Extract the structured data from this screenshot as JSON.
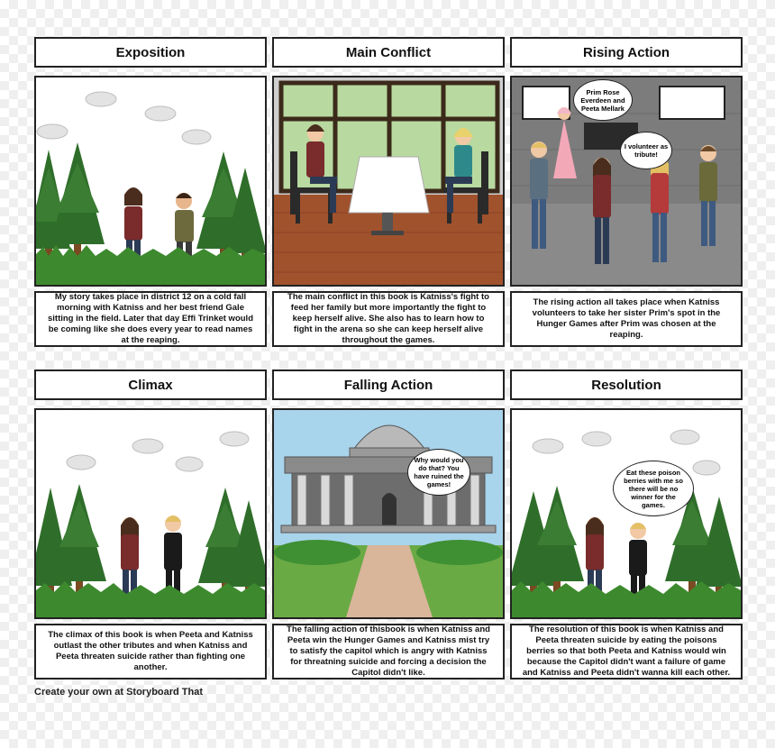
{
  "panels": [
    {
      "title": "Exposition",
      "caption": "My story takes place in district 12 on a cold fall morning with Katniss and her best friend Gale sitting in the field. Later that day Effi Trinket would be coming like she does every year to read names at the reaping."
    },
    {
      "title": "Main Conflict",
      "caption": "The main conflict in this book is Katniss's fight to feed her family but more importantly the fight to keep herself alive. She also has to learn how to fight in the arena so she can keep herself alive throughout the games."
    },
    {
      "title": "Rising Action",
      "caption": "The rising action all takes place when Katniss volunteers to take her sister Prim's spot in the Hunger Games after Prim was chosen at the reaping.",
      "bubble1": "Prim Rose Everdeen and Peeta Mellark",
      "bubble2": "I volunteer as tribute!"
    },
    {
      "title": "Climax",
      "caption": "The climax of this book is when Peeta and Katniss outlast the other tributes and when Katniss and Peeta threaten suicide rather than fighting one another."
    },
    {
      "title": "Falling Action",
      "caption": "The falling action of thisbook is when Katniss and Peeta win the Hunger Games and Katniss mist try to satisfy the capitol which is angry with Katniss for threatning suicide and forcing a decision the Capitol didn't like.",
      "bubble": "Why would you do that? You have ruined the games!"
    },
    {
      "title": "Resolution",
      "caption": "The resolution of this book is when Katniss and Peeta threaten suicide by eating the poisons berries so that both Peeta and Katniss would win because the Capitol didn't want a failure of game and Katniss and Peeta didn't wanna kill each other.",
      "bubble": "Eat these poison berries with me so there will be no winner for the games."
    }
  ],
  "footer": "Create your own at Storyboard That",
  "colors": {
    "tree": "#2f6e2a",
    "grass": "#3d8a2e",
    "floor": "#a0522d",
    "window_green": "#b8d9a0",
    "stone_gray": "#7c7c7c",
    "sky_blue": "#a8d4ec"
  }
}
